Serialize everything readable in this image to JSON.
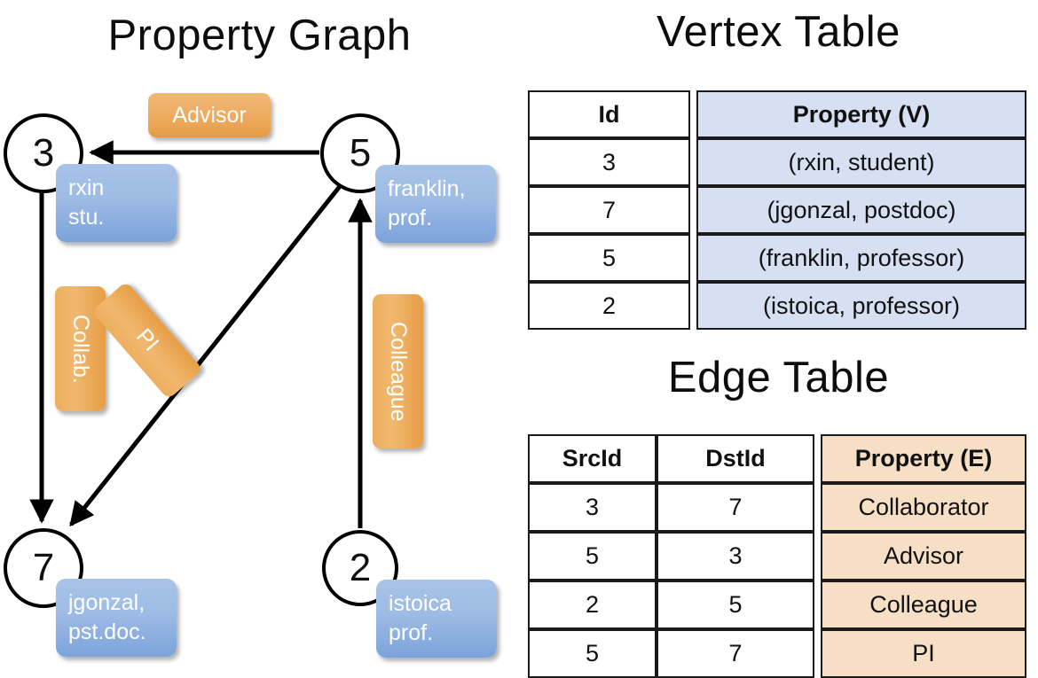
{
  "titles": {
    "property_graph": "Property Graph",
    "vertex_table": "Vertex Table",
    "edge_table": "Edge Table"
  },
  "graph": {
    "nodes": [
      {
        "id": "3",
        "label": "3",
        "property_line1": "rxin",
        "property_line2": "stu."
      },
      {
        "id": "5",
        "label": "5",
        "property_line1": "franklin,",
        "property_line2": "prof."
      },
      {
        "id": "7",
        "label": "7",
        "property_line1": "jgonzal,",
        "property_line2": "pst.doc."
      },
      {
        "id": "2",
        "label": "2",
        "property_line1": "istoica",
        "property_line2": "prof."
      }
    ],
    "edge_labels": [
      {
        "name": "advisor",
        "text": "Advisor"
      },
      {
        "name": "collab",
        "text": "Collab."
      },
      {
        "name": "pi",
        "text": "PI"
      },
      {
        "name": "colleague",
        "text": "Colleague"
      }
    ],
    "edges": [
      {
        "from": "5",
        "to": "3",
        "label": "Advisor"
      },
      {
        "from": "3",
        "to": "7",
        "label": "Collab."
      },
      {
        "from": "5",
        "to": "7",
        "label": "PI"
      },
      {
        "from": "2",
        "to": "5",
        "label": "Colleague"
      }
    ]
  },
  "vertex_table": {
    "headers": [
      "Id",
      "Property (V)"
    ],
    "rows": [
      {
        "id": "3",
        "property": "(rxin, student)"
      },
      {
        "id": "7",
        "property": "(jgonzal, postdoc)"
      },
      {
        "id": "5",
        "property": "(franklin, professor)"
      },
      {
        "id": "2",
        "property": "(istoica, professor)"
      }
    ]
  },
  "edge_table": {
    "headers": [
      "SrcId",
      "DstId",
      "Property (E)"
    ],
    "rows": [
      {
        "src": "3",
        "dst": "7",
        "property": "Collaborator"
      },
      {
        "src": "5",
        "dst": "3",
        "property": "Advisor"
      },
      {
        "src": "2",
        "dst": "5",
        "property": "Colleague"
      },
      {
        "src": "5",
        "dst": "7",
        "property": "PI"
      }
    ]
  },
  "colors": {
    "vertex_header_fill": "#d6e0f2",
    "edge_header_fill": "#f7dfc6",
    "node_box_blue": "#9dbbe4",
    "edge_label_orange": "#eca95c",
    "stroke": "#000000"
  }
}
